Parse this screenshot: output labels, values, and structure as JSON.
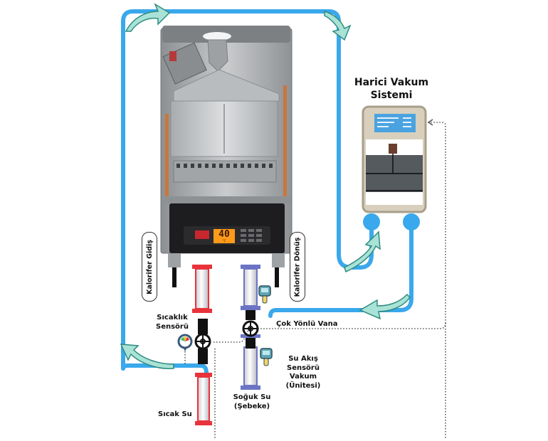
{
  "diagram": {
    "title": "Combi boiler connected to external vacuum system",
    "vacuum_system": {
      "label_line1": "Harici Vakum",
      "label_line2": "Sistemi"
    },
    "boiler": {
      "display_value": "40",
      "display_unit": "°C"
    },
    "labels": {
      "heating_supply": "Kalorifer Gidiş",
      "heating_return": "Kalorifer Dönüş",
      "temp_sensor_line1": "Sıcaklık",
      "temp_sensor_line2": "Sensörü",
      "multiway_valve": "Çok Yönlü Vana",
      "flow_sensor_line1": "Su Akış",
      "flow_sensor_line2": "Sensörü",
      "flow_sensor_line3": "Vakum",
      "flow_sensor_line4": "(Ünitesi)",
      "cold_water_line1": "Soğuk Su",
      "cold_water_line2": "(Şebeke)",
      "hot_water": "Sıcak Su"
    },
    "colors": {
      "circuit_pipe": "#3aa8ec",
      "flow_arrow": "#a9e2d6",
      "flow_arrow_edge": "#2e8b7f",
      "hot_pipe": "#e8333a",
      "cold_pipe": "#6b74c4",
      "boiler_body": "#b5b8bb",
      "vacuum_panel": "#d8d0bd",
      "vacuum_screen": "#4aa3e0",
      "control_line": "#555555"
    }
  }
}
